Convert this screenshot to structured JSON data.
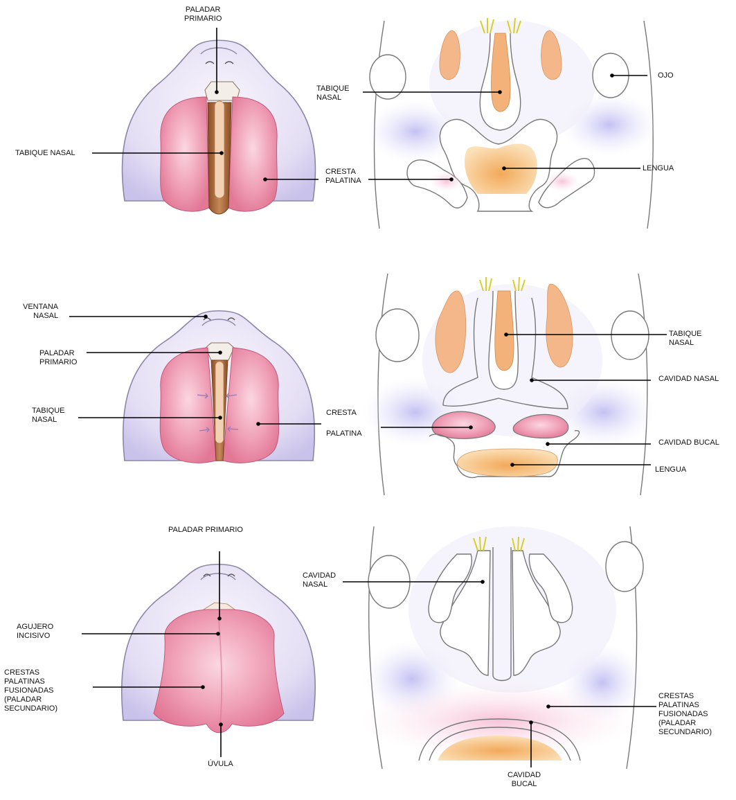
{
  "panels": [
    {
      "palate_view": {
        "labels": {
          "paladar_primario": [
            "PALADAR",
            "PRIMARIO"
          ],
          "tabique_nasal": [
            "TABIQUE NASAL"
          ],
          "cresta_palatina": [
            "CRESTA",
            "PALATINA"
          ]
        }
      },
      "section_view": {
        "labels": {
          "tabique_nasal": [
            "TABIQUE",
            "NASAL"
          ],
          "ojo": [
            "OJO"
          ],
          "lengua": [
            "LENGUA"
          ]
        }
      }
    },
    {
      "palate_view": {
        "labels": {
          "ventana_nasal": [
            "VENTANA",
            "NASAL"
          ],
          "paladar_primario": [
            "PALADAR",
            "PRIMARIO"
          ],
          "tabique_nasal": [
            "TABIQUE",
            "NASAL"
          ]
        }
      },
      "section_view": {
        "labels": {
          "cresta_palatina": [
            "CRESTA",
            "PALATINA"
          ],
          "tabique_nasal": [
            "TABIQUE",
            "NASAL"
          ],
          "cavidad_nasal": [
            "CAVIDAD NASAL"
          ],
          "cavidad_bucal": [
            "CAVIDAD BUCAL"
          ],
          "lengua": [
            "LENGUA"
          ]
        }
      }
    },
    {
      "palate_view": {
        "labels": {
          "paladar_primario": [
            "PALADAR PRIMARIO"
          ],
          "agujero_incisivo": [
            "AGUJERO",
            "INCISIVO"
          ],
          "crestas_fusionadas": [
            "CRESTAS",
            "PALATINAS",
            "FUSIONADAS",
            "(PALADAR",
            "SECUNDARIO)"
          ],
          "uvula": [
            "ÚVULA"
          ]
        }
      },
      "section_view": {
        "labels": {
          "cavidad_nasal": [
            "CAVIDAD",
            "NASAL"
          ],
          "crestas_fusionadas": [
            "CRESTAS",
            "PALATINAS",
            "FUSIONADAS",
            "(PALADAR",
            "SECUNDARIO)"
          ],
          "cavidad_bucal": [
            "CAVIDAD",
            "BUCAL"
          ]
        }
      }
    }
  ],
  "colors": {
    "skin_lavender": "#ddd8f2",
    "skin_outline": "#8a86a6",
    "palate_pink": "#ec8aa6",
    "palate_light": "#f7c6d4",
    "septum_brown": "#9a5a2e",
    "septum_light": "#f3d2b3",
    "tongue_orange": "#f2b066",
    "tongue_light": "#f8d7a8",
    "hair_yellow": "#e8e04a",
    "leader_line": "#000000"
  }
}
